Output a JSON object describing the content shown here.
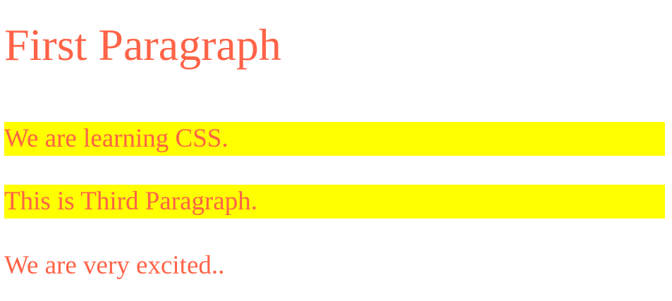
{
  "heading": "First Paragraph",
  "paragraphs": [
    "We are learning CSS.",
    "This is Third Paragraph.",
    "We are very excited.."
  ],
  "colors": {
    "text": "#ff6347",
    "highlight": "#ffff00",
    "background": "#ffffff"
  }
}
